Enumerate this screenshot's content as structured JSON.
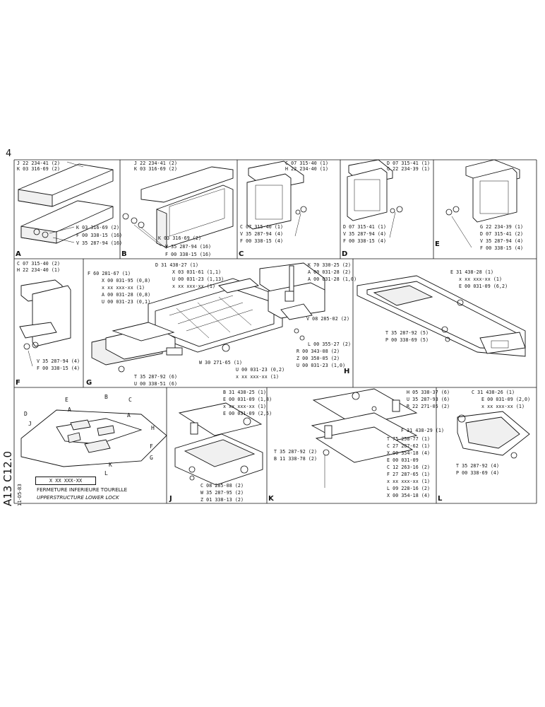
{
  "sheet_mark": "4",
  "panels": {
    "A": {
      "letter": "A",
      "top": [
        "J 22 234-41 (2)",
        "K 03 316-69 (2)"
      ],
      "bottom": [
        "K 03 316-69 (2)",
        "F 00 338-15 (16)",
        "V 35 287-94 (16)"
      ]
    },
    "B": {
      "letter": "B",
      "top": [
        "J 22 234-41 (2)",
        "K 03 316-69 (2)"
      ],
      "bottom": [
        "K 03 316-69 (2)",
        "V 35 287-94 (16)",
        "F 00 338-15 (16)"
      ]
    },
    "C": {
      "letter": "C",
      "top": [
        "C 07 315-40 (1)",
        "H 22 234-40 (1)"
      ],
      "bottom": [
        "C 07 315-40 (1)",
        "V 35 287-94 (4)",
        "F 00 338-15 (4)"
      ]
    },
    "D": {
      "letter": "D",
      "top": [
        "D 07 315-41 (1)",
        "G 22 234-39 (1)"
      ],
      "bottom": [
        "D 07 315-41 (1)",
        "V 35 287-94 (4)",
        "F 00 338-15 (4)"
      ]
    },
    "E": {
      "letter": "E",
      "bottom": [
        "G 22 234-39 (1)",
        "D 07 315-41 (2)",
        "V 35 287-94 (4)",
        "F 00 338-15 (4)"
      ]
    },
    "F": {
      "letter": "F",
      "top": [
        "C 07 315-40 (2)",
        "H 22 234-40 (1)"
      ],
      "bottom": [
        "V 35 287-94 (4)",
        "F 00 338-15 (4)"
      ]
    },
    "G": {
      "letter": "G",
      "labels": [
        "F 60 281-67 (1)",
        "X 00 031-95 (0,8)",
        "x xx xxx-xx (1)",
        "A 00 031-28 (0,8)",
        "U 00 031-23 (0,1)",
        "D 31 438-27 (1)",
        "X 03 031-61 (1,1)",
        "U 00 031-23 (1,13)",
        "x xx xxx-xx (1)",
        "T 35 287-92 (6)",
        "U 00 338-51 (6)",
        "W 30 271-65 (1)",
        "U 00 031-23 (0,2)",
        "x xx xxx-xx (1)"
      ]
    },
    "H": {
      "letter": "H",
      "labels": [
        "K 70 330-25 (2)",
        "A 00 031-28 (2)",
        "A 00 031-28 (1,0)",
        "V 08 285-02 (2)",
        "L 00 355-27 (2)",
        "R 00 343-08 (2)",
        "Z 00 350-05 (2)",
        "U 00 031-23 (1,0)"
      ]
    },
    "I": {
      "labels": [
        "E 31 438-28 (1)",
        "x xx xxx-xx (1)",
        "E 00 031-09 (6,2)",
        "T 35 287-92 (5)",
        "P 00 338-69 (5)"
      ]
    },
    "J": {
      "letter": "J",
      "labels": [
        "B 31 438-25 (1)",
        "E 00 031-09 (1,8)",
        "x xx xxx-xx (1)",
        "E 00 031-09 (2,5)",
        "C 08 285-08 (2)",
        "W 35 287-95 (2)",
        "Z 01 338-13 (2)"
      ]
    },
    "K": {
      "letter": "K",
      "labels": [
        "T 35 287-92 (2)",
        "B 11 338-78 (2)",
        "H 05 338-37 (6)",
        "U 35 287-93 (6)",
        "R 22 271-05 (2)",
        "F 31 438-29 (1)",
        "T 75 258-77 (1)",
        "C 27 287-62 (1)",
        "X 00 354-18 (4)",
        "E 00 031-09",
        "C 12 263-16 (2)",
        "F 27 287-65 (1)",
        "x xx xxx-xx (1)",
        "L 09 228-16 (2)",
        "X 00 354-18 (4)"
      ]
    },
    "L": {
      "letter": "L",
      "labels": [
        "C 31 438-26 (1)",
        "E 00 031-09 (2,0)",
        "x xx xxx-xx (1)",
        "T 35 287-92 (4)",
        "P 00 338-69 (4)"
      ]
    }
  },
  "key": {
    "letters": [
      "E",
      "B",
      "C",
      "A",
      "D",
      "J",
      "H",
      "F",
      "G",
      "K",
      "L",
      "A"
    ]
  },
  "title_block": {
    "code": "A13 C12.0",
    "date": "11-05-83",
    "part_number": "X XX XXX-XX",
    "title_fr": "FERMETURE INFERIEURE TOURELLE",
    "title_en": "UPPERSTRUCTURE LOWER LOCK"
  }
}
